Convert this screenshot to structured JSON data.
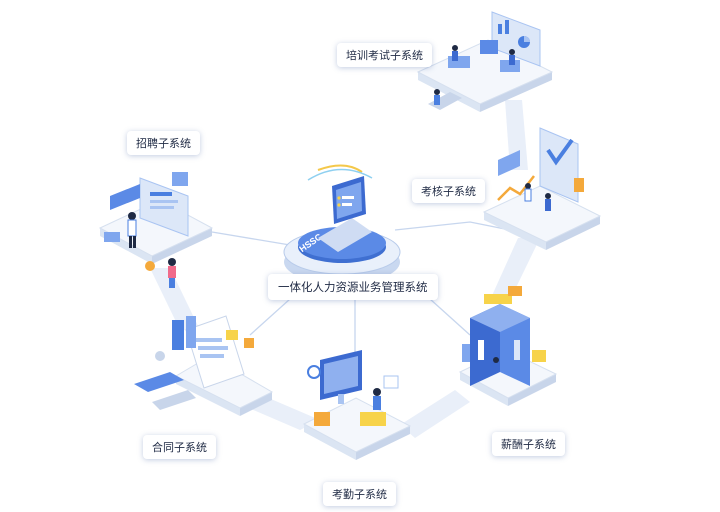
{
  "center": {
    "label": "一体化人力资源业务管理系统",
    "badge_text": "HSSC"
  },
  "nodes": {
    "training": {
      "label": "培训考试子系统"
    },
    "recruit": {
      "label": "招聘子系统"
    },
    "assess": {
      "label": "考核子系统"
    },
    "contract": {
      "label": "合同子系统"
    },
    "salary": {
      "label": "薪酬子系统"
    },
    "attend": {
      "label": "考勤子系统"
    }
  },
  "colors": {
    "primary_blue": "#4a7fe0",
    "light_blue": "#a9c4f2",
    "platform": "#f4f7fc",
    "accent_orange": "#f4a93b",
    "accent_yellow": "#f7d34a"
  },
  "icons": [
    "laptop-icon",
    "chart-board-icon",
    "checklist-icon",
    "document-stack-icon",
    "building-blocks-icon",
    "monitor-icon"
  ]
}
